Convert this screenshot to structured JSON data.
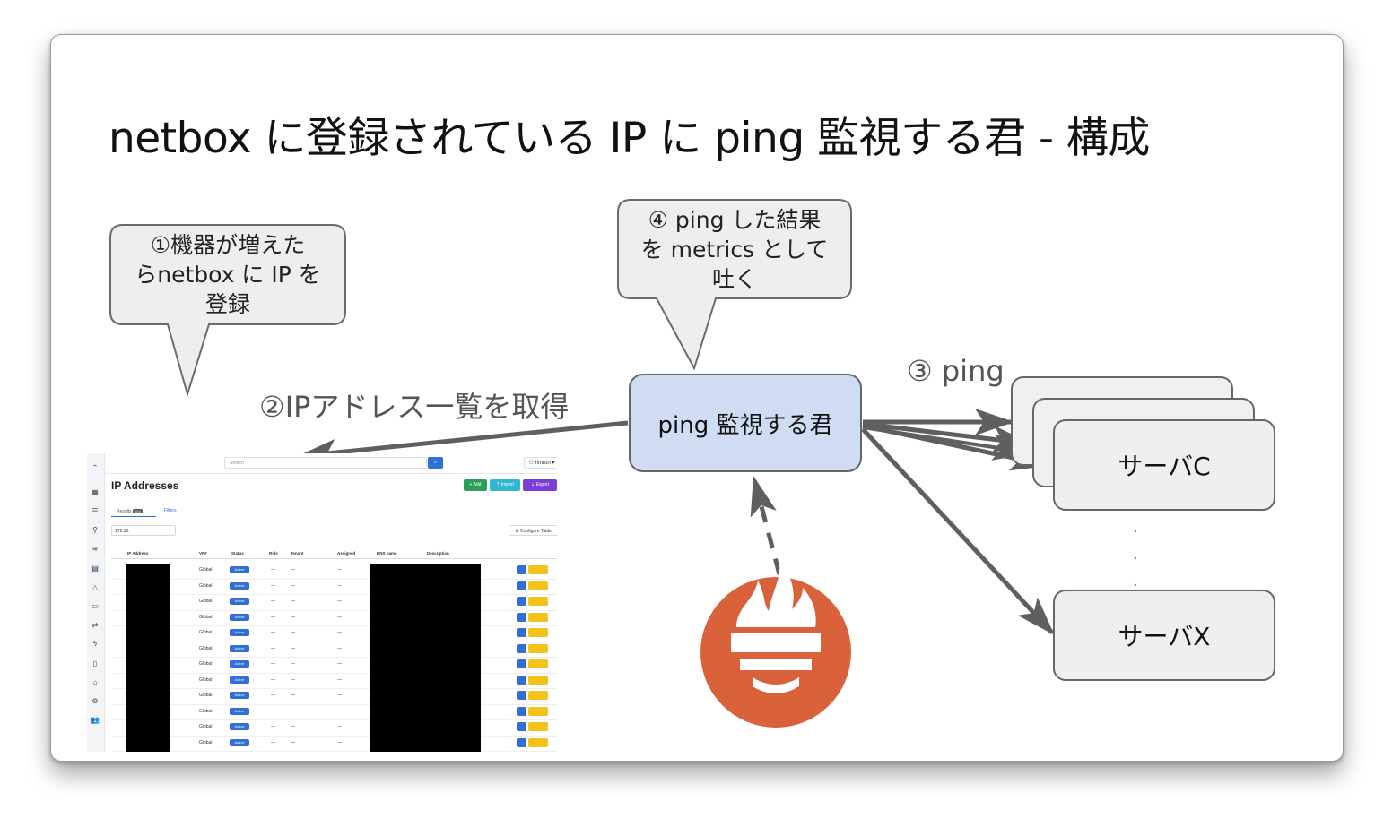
{
  "title": "netbox に登録されている IP に ping 監視する君 - 構成",
  "callouts": {
    "register": [
      "①機器が増えた",
      "らnetbox に IP を",
      "登録"
    ],
    "metrics": [
      "④ ping した結果",
      "を metrics として",
      "吐く"
    ]
  },
  "labels": {
    "get_ips": "②IPアドレス一覧を取得",
    "ping": "③ ping"
  },
  "nodes": {
    "ping_app": "ping 監視する君",
    "server_c": "サーバC",
    "server_x": "サーバX",
    "dots": [
      "·",
      "·",
      "·"
    ]
  },
  "colors": {
    "ping_node_fill": "#cfdcf3",
    "prometheus": "#d9623a",
    "arrow": "#5f5f5f"
  },
  "icons": {
    "prometheus": "prometheus-logo"
  },
  "netbox": {
    "search_placeholder": "Search",
    "user": "hmron",
    "page_title": "IP Addresses",
    "buttons": {
      "add": "+ Add",
      "import": "⇡ Import",
      "export": "⇣ Export"
    },
    "tabs": {
      "results": "Results",
      "results_count": "103",
      "filters": "Filters"
    },
    "filter_value": "172.30.",
    "configure_table": "⚙ Configure Table",
    "columns": [
      "IP Address",
      "VRF",
      "Status",
      "Role",
      "Tenant",
      "Assigned",
      "DNS name",
      "Description"
    ],
    "rows": [
      {
        "vrf": "Global",
        "status": "Active",
        "role": "—",
        "tenant": "—",
        "assigned": "—"
      },
      {
        "vrf": "Global",
        "status": "Active",
        "role": "—",
        "tenant": "—",
        "assigned": "—"
      },
      {
        "vrf": "Global",
        "status": "Active",
        "role": "—",
        "tenant": "—",
        "assigned": "—"
      },
      {
        "vrf": "Global",
        "status": "Active",
        "role": "—",
        "tenant": "—",
        "assigned": "—"
      },
      {
        "vrf": "Global",
        "status": "Active",
        "role": "—",
        "tenant": "—",
        "assigned": "—"
      },
      {
        "vrf": "Global",
        "status": "Active",
        "role": "—",
        "tenant": "—",
        "assigned": "—"
      },
      {
        "vrf": "Global",
        "status": "Active",
        "role": "—",
        "tenant": "—",
        "assigned": "—"
      },
      {
        "vrf": "Global",
        "status": "Active",
        "role": "—",
        "tenant": "—",
        "assigned": "—"
      },
      {
        "vrf": "Global",
        "status": "Active",
        "role": "—",
        "tenant": "—",
        "assigned": "—"
      },
      {
        "vrf": "Global",
        "status": "Active",
        "role": "—",
        "tenant": "—",
        "assigned": "—"
      },
      {
        "vrf": "Global",
        "status": "Active",
        "role": "—",
        "tenant": "—",
        "assigned": "—"
      },
      {
        "vrf": "Global",
        "status": "Active",
        "role": "—",
        "tenant": "—",
        "assigned": "—"
      }
    ]
  }
}
